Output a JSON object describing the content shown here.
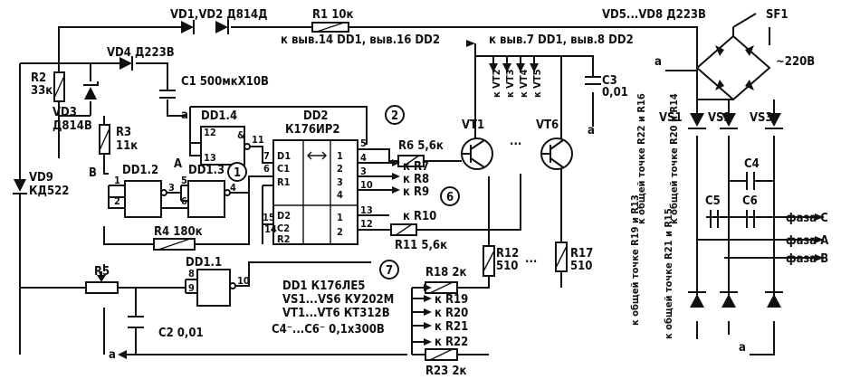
{
  "labels": {
    "vd1_vd2": "VD1,VD2 Д814Д",
    "r1": "R1 10к",
    "vd5_vd8": "VD5...VD8 Д223В",
    "sf1": "SF1",
    "k_vyv14": "к выв.14 DD1, выв.16 DD2",
    "vd4": "VD4 Д223В",
    "k_vyv7": "к выв.7 DD1, выв.8 DD2",
    "r2_name": "R2",
    "r2_val": "33к",
    "c1": "C1 500мкХ10В",
    "node_a_top": "а",
    "mains": "~220В",
    "vd3_name": "VD3",
    "vd3_type": "Д814В",
    "dd1_4": "DD1.4",
    "dd2": "DD2",
    "dd2_type": "К176ИР2",
    "vt2": "к VT2",
    "vt3": "к VT3",
    "vt4": "к VT4",
    "vt5": "к VT5",
    "c3_name": "C3",
    "c3_val": "0,01",
    "c3_gnd": "а",
    "r3_name": "R3",
    "r3_val": "11к",
    "vt1": "VT1",
    "vt6": "VT6",
    "vs1": "VS1",
    "vs2": "VS2",
    "vs3": "VS3",
    "node_b": "В",
    "node_a": "А",
    "dd1_2": "DD1.2",
    "dd1_3": "DD1.3",
    "vd9_name": "VD9",
    "vd9_type": "КД522",
    "r6": "R6 5,6к",
    "k_r7": "к R7",
    "k_r8": "к R8",
    "k_r9": "к R9",
    "k_r10": "к R10",
    "r11": "R11 5,6к",
    "c4": "C4",
    "c5": "C5",
    "c6": "C6",
    "faza_c": "фаза С",
    "faza_a": "фаза А",
    "faza_b": "фаза В",
    "r4": "R4 180к",
    "r12_name": "R12",
    "r12_val": "510",
    "r17_name": "R17",
    "r17_val": "510",
    "r18": "R18 2к",
    "r5": "R5",
    "dd1_1": "DD1.1",
    "legend_dd1": "DD1 К176ЛЕ5",
    "legend_vs": "VS1...VS6 КУ202М",
    "legend_vt": "VT1...VT6 КТ312В",
    "legend_c": "C4⁻...C6⁻ 0,1х300В",
    "k_r19": "к R19",
    "k_r20": "к R20",
    "k_r21": "к R21",
    "k_r22": "к R22",
    "c2": "C2 0,01",
    "gnd_left": "а",
    "r23": "R23 2к",
    "gnd_vs5": "а",
    "ellipsis": "...",
    "to_r22_r23": "к общей точке R22 и R16",
    "to_r20_r14": "к общей точке R20 и R14",
    "to_r19_r13": "к общей точке R19 и R13",
    "to_r21_r15": "к общей точке R21 и R15"
  },
  "callouts": [
    "1",
    "2",
    "6",
    "7"
  ],
  "pins": {
    "dd1_4": [
      "12",
      "13",
      "11"
    ],
    "dd2_left": [
      "D1",
      "C1",
      "R1",
      "D2",
      "C2",
      "R2"
    ],
    "dd2_left_nums": [
      "7",
      "6",
      "15",
      "14"
    ],
    "dd2_right": [
      "1",
      "2",
      "3",
      "4",
      "1",
      "2"
    ],
    "dd2_right_nums": [
      "5",
      "4",
      "3",
      "10",
      "13",
      "12"
    ],
    "dd1_2": [
      "1",
      "2",
      "3"
    ],
    "dd1_3": [
      "5",
      "6",
      "4"
    ],
    "dd1_1": [
      "8",
      "9",
      "10"
    ]
  }
}
